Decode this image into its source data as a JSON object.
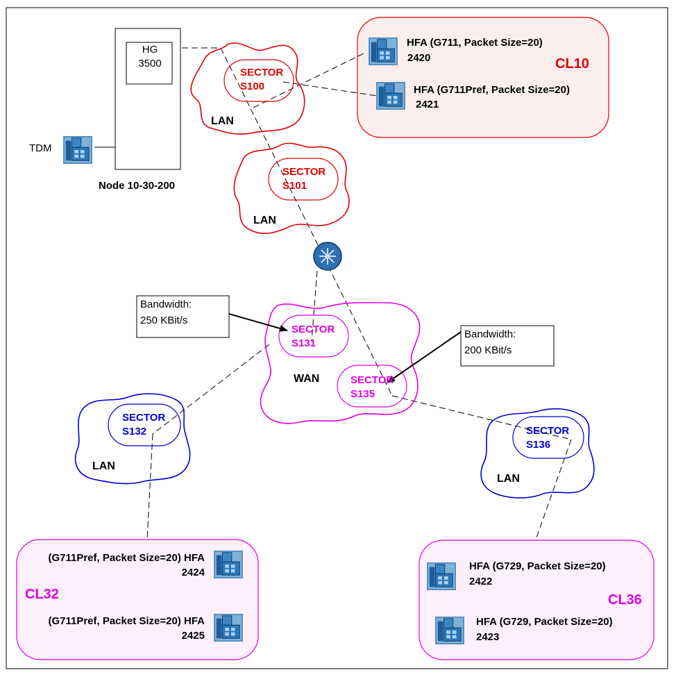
{
  "node": {
    "hg_line1": "HG",
    "hg_line2": "3500",
    "label": "Node 10-30-200",
    "tdm_label": "TDM"
  },
  "zones": [
    {
      "id": "s100",
      "sector": "SECTOR",
      "code": "S100",
      "net": "LAN",
      "color": "#e00000"
    },
    {
      "id": "s101",
      "sector": "SECTOR",
      "code": "S101",
      "net": "LAN",
      "color": "#e00000"
    },
    {
      "id": "s131",
      "sector": "SECTOR",
      "code": "S131",
      "net": "WAN",
      "color": "#e000e0"
    },
    {
      "id": "s135",
      "sector": "SECTOR",
      "code": "S135",
      "net": "",
      "color": "#e000e0"
    },
    {
      "id": "s132",
      "sector": "SECTOR",
      "code": "S132",
      "net": "LAN",
      "color": "#0000d0"
    },
    {
      "id": "s136",
      "sector": "SECTOR",
      "code": "S136",
      "net": "LAN",
      "color": "#0000d0"
    }
  ],
  "bandwidth": [
    {
      "line1": "Bandwidth:",
      "line2": "250 KBit/s"
    },
    {
      "line1": "Bandwidth:",
      "line2": "200 KBit/s"
    }
  ],
  "clusters": [
    {
      "name": "CL10",
      "color": "#e00000",
      "devices": [
        {
          "label": "HFA (G711, Packet Size=20)",
          "number": "2420"
        },
        {
          "label": "HFA (G711Pref, Packet Size=20)",
          "number": "2421"
        }
      ]
    },
    {
      "name": "CL32",
      "color": "#e000e0",
      "devices": [
        {
          "label": "(G711Pref, Packet Size=20) HFA",
          "number": "2424"
        },
        {
          "label": "(G711Pref, Packet Size=20) HFA",
          "number": "2425"
        }
      ]
    },
    {
      "name": "CL36",
      "color": "#e000e0",
      "devices": [
        {
          "label": "HFA (G729, Packet Size=20)",
          "number": "2422"
        },
        {
          "label": "HFA (G729, Packet Size=20)",
          "number": "2423"
        }
      ]
    }
  ],
  "icons": {
    "phone": "ip-phone-icon",
    "router": "router-icon"
  }
}
